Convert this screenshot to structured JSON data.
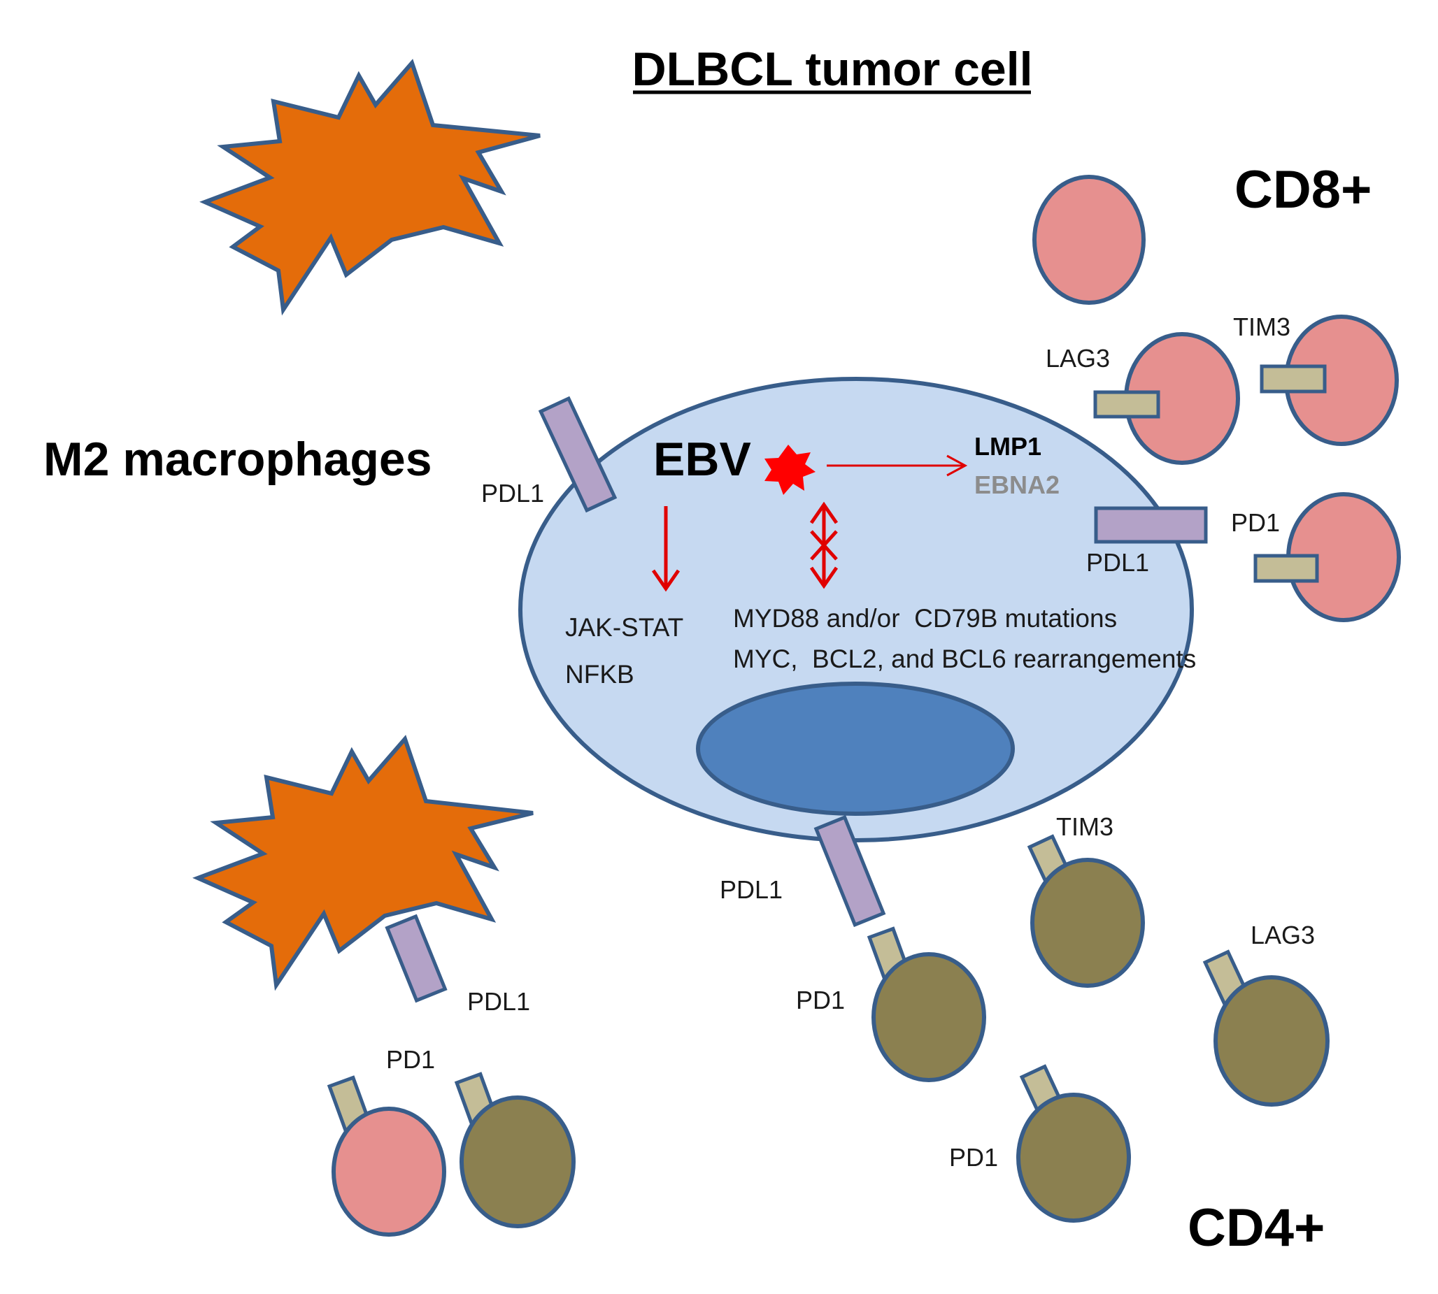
{
  "title": "DLBCL tumor cell",
  "groups": {
    "m2": "M2 macrophages",
    "cd8": "CD8+",
    "cd4": "CD4+"
  },
  "tumor": {
    "virus": "EBV",
    "viral_proteins": [
      "LMP1",
      "EBNA2"
    ],
    "pathways": [
      "JAK-STAT",
      "NFKB"
    ],
    "genetics": [
      "MYD88 and/or  CD79B mutations",
      "MYC,  BCL2, and BCL6 rearrangements"
    ]
  },
  "markers": {
    "pdl1": "PDL1",
    "pd1": "PD1",
    "lag3": "LAG3",
    "tim3": "TIM3"
  },
  "colors": {
    "tumor_cell": "#c6d9f1",
    "nucleus": "#4f81bd",
    "outline": "#385d8a",
    "macrophage": "#e46c0a",
    "cd8_cell": "#e6908f",
    "cd4_cell": "#8b8050",
    "pdl1": "#b3a2c7",
    "receptor": "#c4bd97",
    "arrow": "#e00000"
  }
}
